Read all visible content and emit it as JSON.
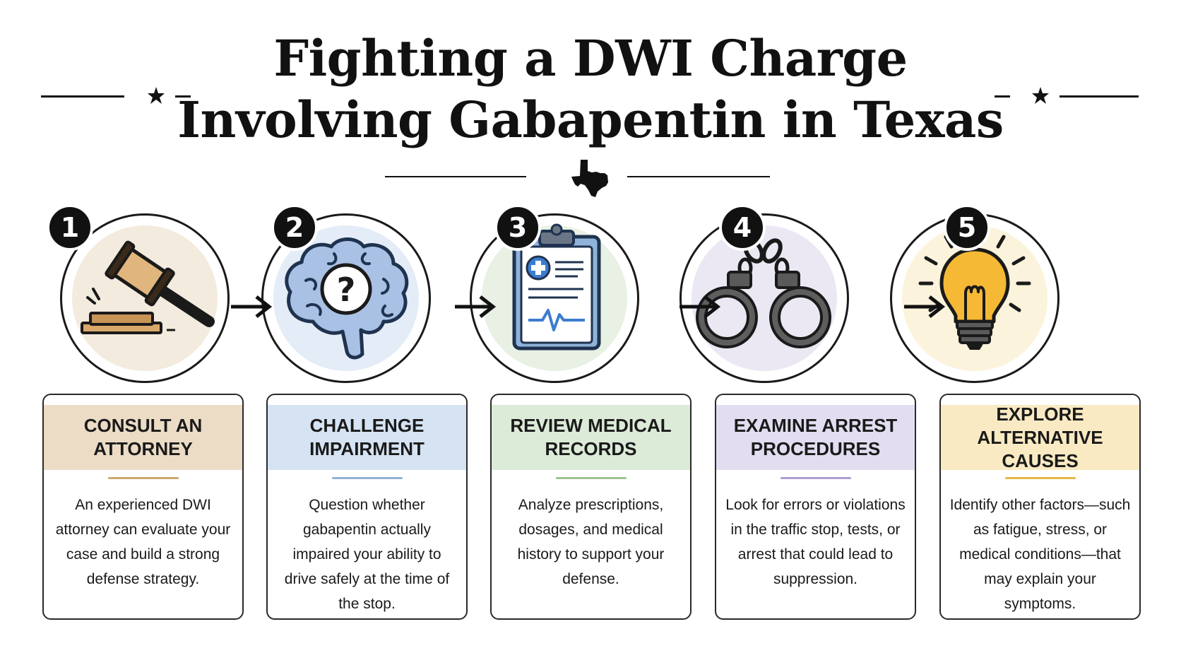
{
  "title": {
    "line1": "Fighting a DWI Charge",
    "line2": "Involving Gabapentin in Texas"
  },
  "colors": {
    "ink": "#111111",
    "step1": "#ecdcc6",
    "step2": "#d5e3f3",
    "step3": "#dcebd8",
    "step4": "#e2ddf0",
    "step5": "#faeac3",
    "divider1": "#c9a86b",
    "divider2": "#8fb1d8",
    "divider3": "#9cc493",
    "divider4": "#ad9fd3",
    "divider5": "#e5b94a"
  },
  "steps": [
    {
      "number": "1",
      "icon": "gavel-icon",
      "heading": "CONSULT AN ATTORNEY",
      "body": "An experienced DWI attorney can evaluate your case and build a strong defense strategy."
    },
    {
      "number": "2",
      "icon": "brain-question-icon",
      "heading": "CHALLENGE IMPAIRMENT",
      "body": "Question whether gabapentin actually impaired your ability to drive safely at the time of the stop."
    },
    {
      "number": "3",
      "icon": "medical-clipboard-icon",
      "heading": "REVIEW MEDICAL RECORDS",
      "body": "Analyze prescriptions, dosages, and medical history to support your defense."
    },
    {
      "number": "4",
      "icon": "handcuffs-icon",
      "heading": "EXAMINE ARREST PROCEDURES",
      "body": "Look for errors or violations in the traffic stop, tests, or arrest that could lead to suppression."
    },
    {
      "number": "5",
      "icon": "lightbulb-icon",
      "heading": "EXPLORE ALTERNATIVE CAUSES",
      "body": "Identify other factors—such as fatigue, stress, or medical conditions—that may explain your symptoms."
    }
  ]
}
